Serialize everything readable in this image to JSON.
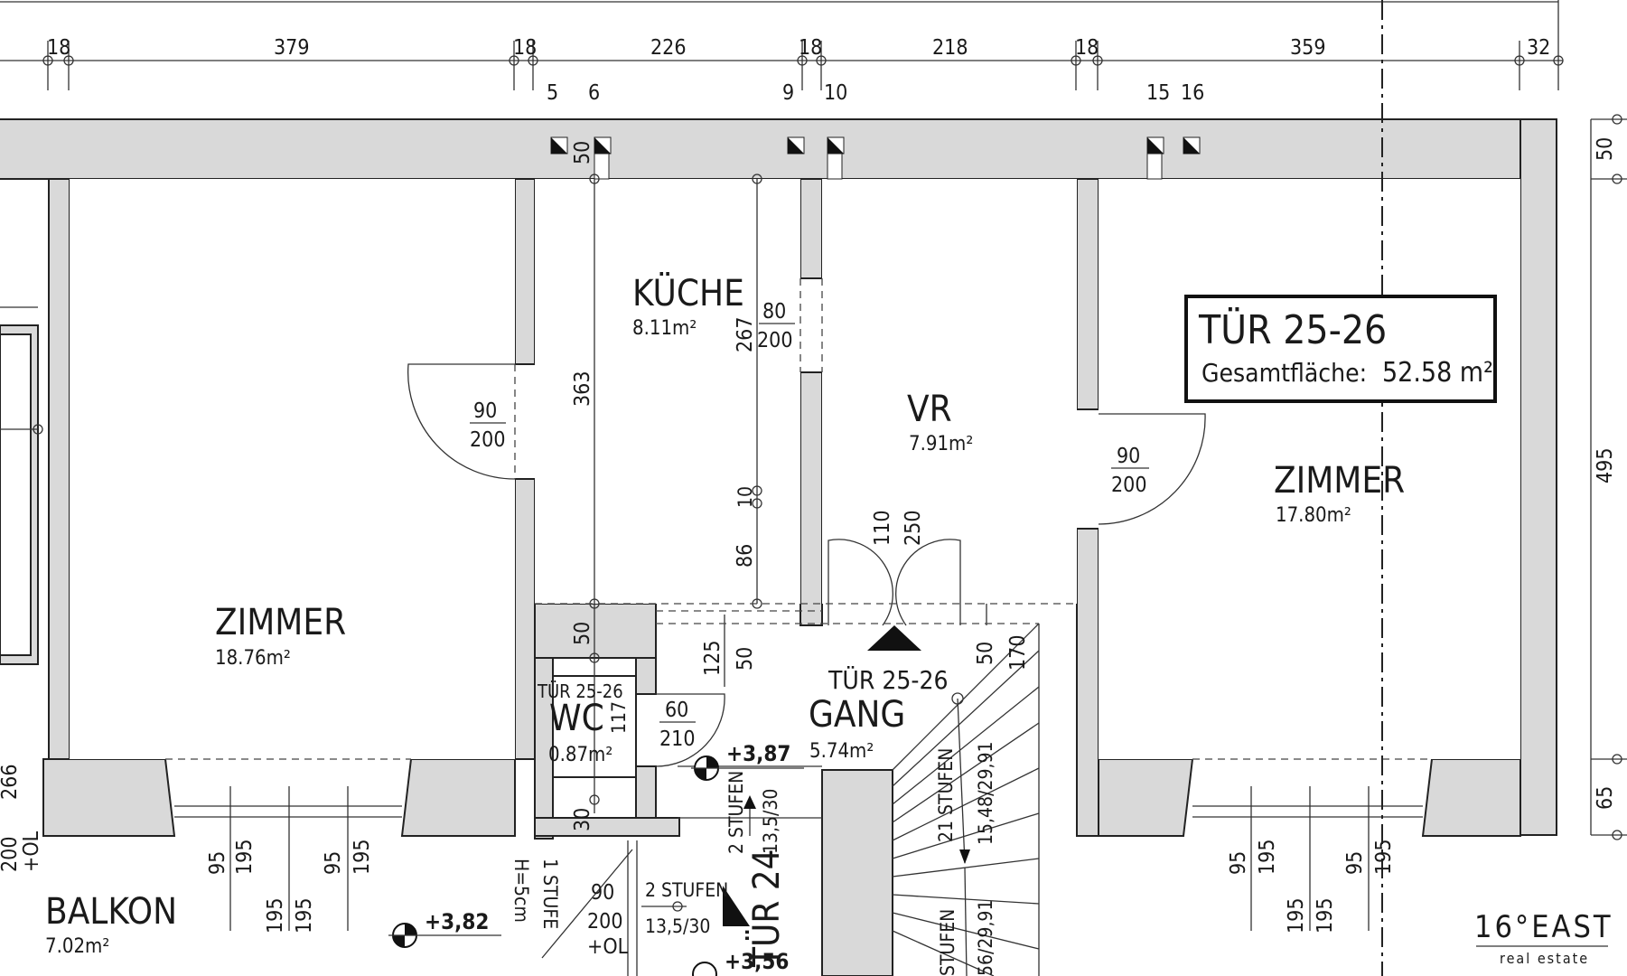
{
  "unit_title": "TÜR 25-26",
  "total_area_label": "Gesamtfläche:",
  "total_area_value": "52.58 m²",
  "rooms": {
    "zimmer_left": {
      "name": "ZIMMER",
      "area": "18.76m²"
    },
    "kueche": {
      "name": "KÜCHE",
      "area": "8.11m²"
    },
    "vr": {
      "name": "VR",
      "area": "7.91m²"
    },
    "zimmer_right": {
      "name": "ZIMMER",
      "area": "17.80m²"
    },
    "gang": {
      "name": "GANG",
      "area": "5.74m²",
      "unit": "TÜR 25-26"
    },
    "wc": {
      "name": "WC",
      "area": "0.87m²",
      "unit": "TÜR 25-26"
    },
    "balkon": {
      "name": "BALKON",
      "area": "7.02m²"
    }
  },
  "stair_unit": "TÜR 24",
  "top_dims": [
    "18",
    "379",
    "18",
    "226",
    "18",
    "218",
    "18",
    "359",
    "32"
  ],
  "shaft_numbers": [
    "5",
    "6",
    "9",
    "10",
    "15",
    "16"
  ],
  "right_dims": [
    "50",
    "495",
    "65"
  ],
  "doors": {
    "zimmer_left": [
      "90",
      "200"
    ],
    "kueche_vr": [
      "80",
      "200"
    ],
    "zimmer_right": [
      "90",
      "200"
    ],
    "wc": [
      "60",
      "210"
    ],
    "balkon": [
      "90",
      "200",
      "+OL"
    ],
    "left_edge": [
      "266",
      "200",
      "+OL"
    ]
  },
  "inner_dims": {
    "d363": "363",
    "d267": "267",
    "d10": "10",
    "d86": "86",
    "d50_top": "50",
    "d50_mid": "50",
    "d30": "30",
    "d125": "125",
    "d50_gang": "50",
    "d110": "110",
    "d250": "250",
    "d50_stair": "50",
    "d170": "170",
    "d117": "117"
  },
  "windows": [
    "95",
    "195",
    "95",
    "195",
    "195",
    "195",
    "95",
    "195",
    "95",
    "195",
    "195",
    "195"
  ],
  "levels": {
    "gang": "+3,87",
    "balkon": "+3,82",
    "stair": "+3,56"
  },
  "stairs": {
    "small_a": [
      "2 STUFEN",
      "13,5/30"
    ],
    "small_b": [
      "2 STUFEN",
      "13,5/30"
    ],
    "one_step": [
      "1 STUFE",
      "H=5cm"
    ],
    "main_up": [
      "21 STUFEN",
      "15,48/29,91"
    ],
    "main_down": [
      "STUFEN",
      "56/29,91"
    ]
  },
  "brand": {
    "name": "16°EAST",
    "tagline": "real estate"
  }
}
